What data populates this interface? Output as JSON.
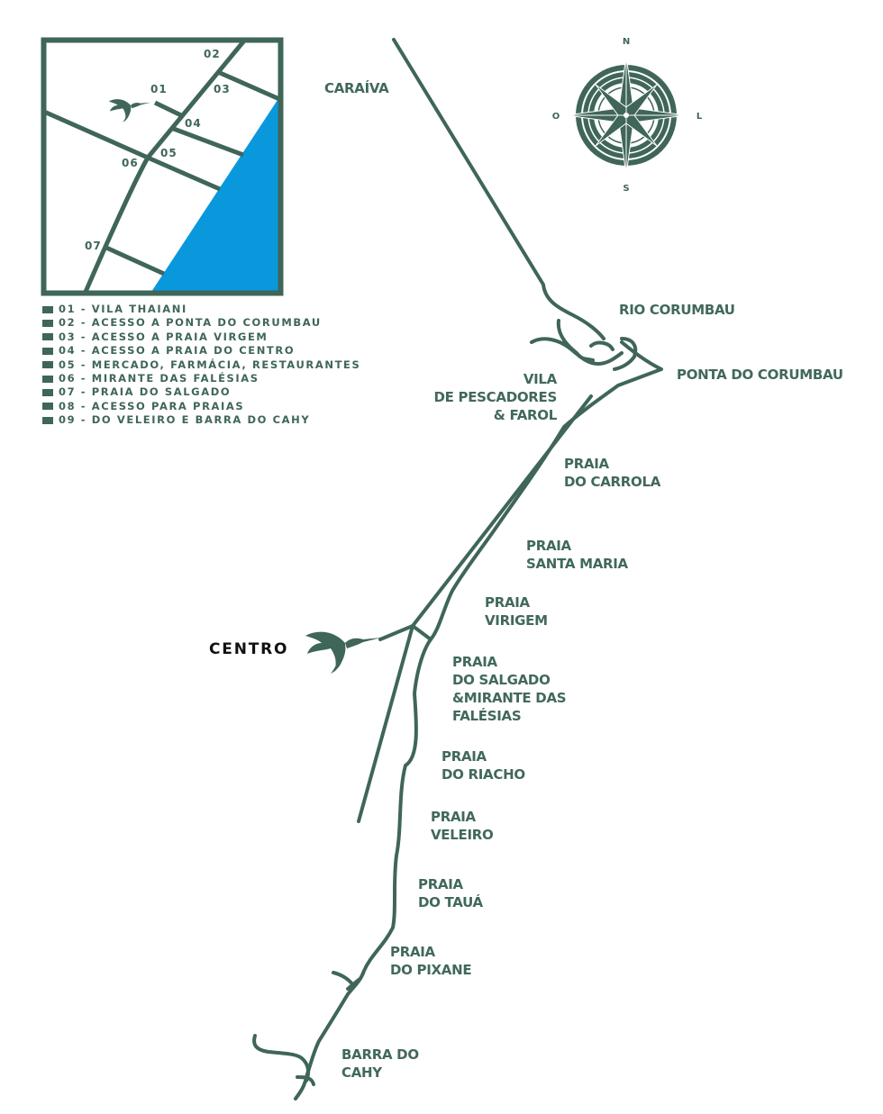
{
  "colors": {
    "road": "#3f6658",
    "water": "#0a98dd",
    "label": "#41695a",
    "centro": "#111111"
  },
  "compass": {
    "north": "N",
    "south": "S",
    "east": "L",
    "west": "O"
  },
  "inset_map": {
    "point_labels": [
      "01",
      "02",
      "03",
      "04",
      "05",
      "06",
      "07"
    ],
    "marker_icon": "hummingbird-icon"
  },
  "legend": [
    "01 - VILA THAIANI",
    "02 - ACESSO A PONTA DO CORUMBAU",
    "03 - ACESSO A PRAIA VIRGEM",
    "04 - ACESSO A PRAIA DO CENTRO",
    "05 - MERCADO, FARMÁCIA, RESTAURANTES",
    "06 - MIRANTE DAS FALÉSIAS",
    "07 - PRAIA DO SALGADO",
    "08 - ACESSO PARA PRAIAS",
    "09 - DO VELEIRO E BARRA DO CAHY"
  ],
  "places": {
    "caraiva": "CARAÍVA",
    "rio_corumbau": "RIO CORUMBAU",
    "ponta_corumbau": "PONTA DO CORUMBAU",
    "vila_pescadores": "VILA\nDE PESCADORES\n& FAROL",
    "praia_carrola": "PRAIA\nDO CARROLA",
    "praia_santa_maria": "PRAIA\nSANTA MARIA",
    "praia_virigem": "PRAIA\nVIRIGEM",
    "praia_salgado": "PRAIA\nDO SALGADO\n&MIRANTE DAS\nFALÉSIAS",
    "praia_riacho": "PRAIA\nDO RIACHO",
    "praia_veleiro": "PRAIA\nVELEIRO",
    "praia_taua": "PRAIA\nDO TAUÁ",
    "praia_pixane": "PRAIA\nDO PIXANE",
    "barra_cahy": "BARRA DO\nCAHY",
    "centro": "CENTRO"
  },
  "centro_marker_icon": "hummingbird-icon"
}
